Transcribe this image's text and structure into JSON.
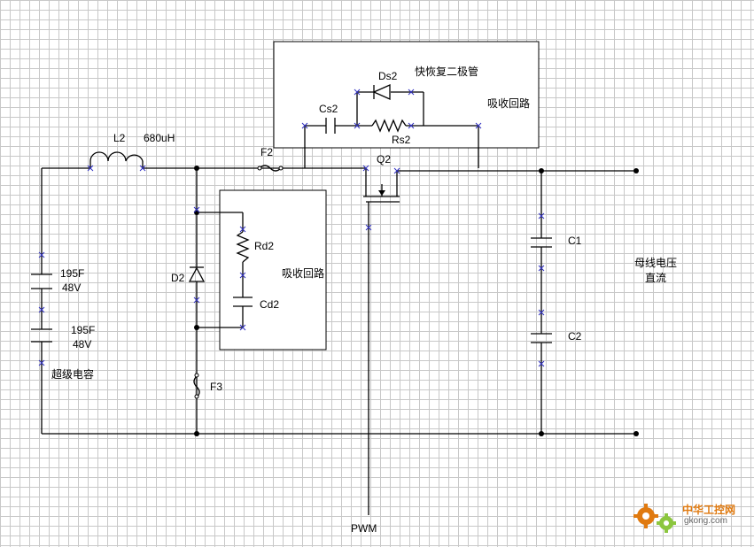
{
  "labels": {
    "l2": "L2",
    "l2_value": "680uH",
    "f2": "F2",
    "q2": "Q2",
    "cs2": "Cs2",
    "ds2": "Ds2",
    "rs2": "Rs2",
    "fast_recovery_diode": "快恢复二极管",
    "snubber_top": "吸收回路",
    "rd2": "Rd2",
    "cd2": "Cd2",
    "snubber_left": "吸收回路",
    "d2": "D2",
    "f3": "F3",
    "cap1_value": "195F",
    "cap1_voltage": "48V",
    "cap2_value": "195F",
    "cap2_voltage": "48V",
    "supercap": "超级电容",
    "c1": "C1",
    "c2": "C2",
    "bus_voltage": "母线电压",
    "dc": "直流",
    "pwm": "PWM"
  },
  "watermark": {
    "cn": "中华工控网",
    "en": "gkong.com",
    "accent_color": "#e07a10",
    "secondary_color": "#8cc63f"
  },
  "colors": {
    "wire": "#000000",
    "grid": "#c8c8c8",
    "pin_marker": "#3030c0"
  }
}
